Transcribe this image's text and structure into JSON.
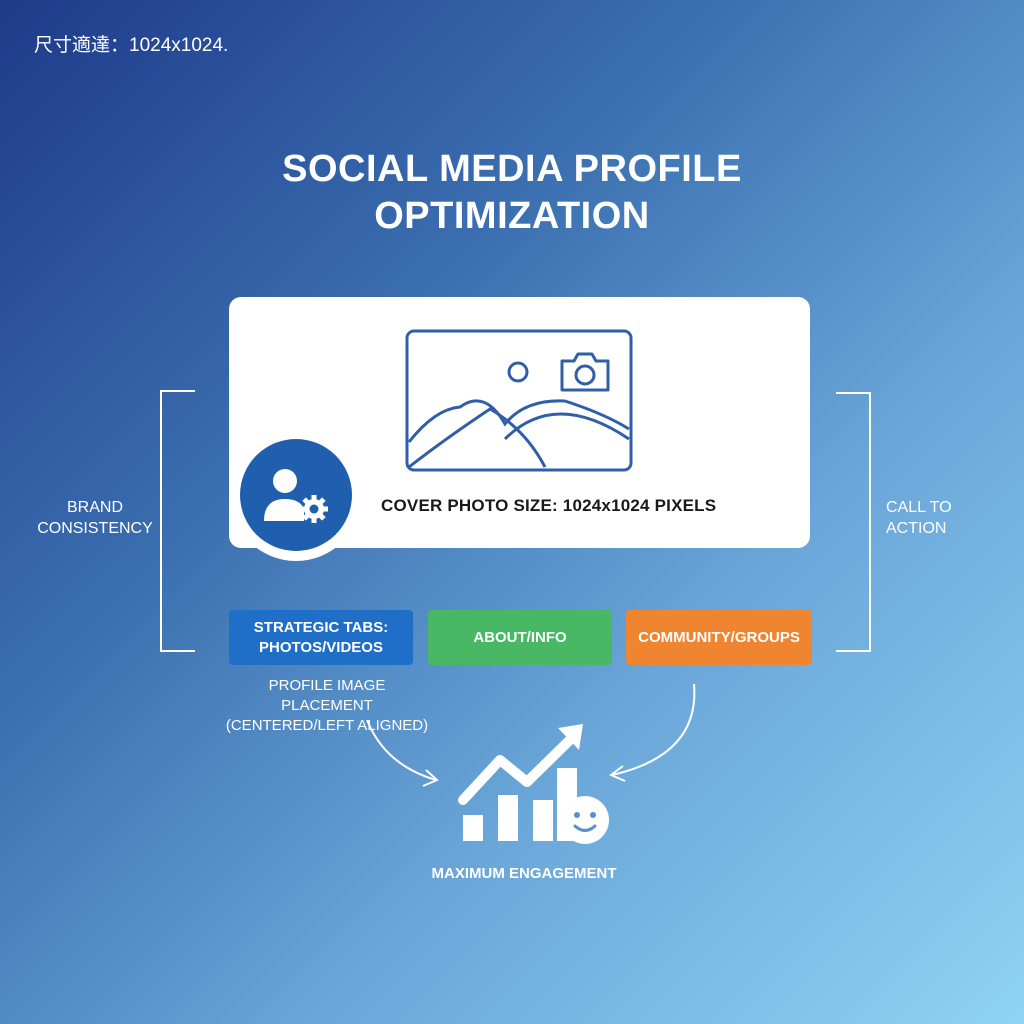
{
  "corner_note": "尺寸適達：1024x1024.",
  "title": {
    "line1": "SOCIAL MEDIA PROFILE",
    "line2": "OPTIMIZATION"
  },
  "card": {
    "cover_caption": "COVER PHOTO SIZE: 1024x1024 PIXELS",
    "cover_icon": "image-placeholder-icon",
    "camera_icon": "camera-icon",
    "avatar_icon": "user-settings-icon"
  },
  "side_labels": {
    "left": [
      "BRAND",
      "CONSISTENCY"
    ],
    "right": [
      "CALL TO",
      "ACTION"
    ]
  },
  "tabs": [
    {
      "line1": "STRATEGIC TABS:",
      "line2": "PHOTOS/VIDEOS",
      "color": "#1f6fc9"
    },
    {
      "line1": "ABOUT/INFO",
      "line2": "",
      "color": "#48b865"
    },
    {
      "line1": "COMMUNITY/GROUPS",
      "line2": "",
      "color": "#ef8531"
    }
  ],
  "placement_note": [
    "PROFILE IMAGE PLACEMENT",
    "(CENTERED/LEFT ALIGNED)"
  ],
  "engagement": {
    "label": "MAXIMUM ENGAGEMENT",
    "icon": "growth-chart-smiley-icon"
  },
  "colors": {
    "accent_blue": "#1f5fae",
    "tab_blue": "#1f6fc9",
    "tab_green": "#48b865",
    "tab_orange": "#ef8531"
  }
}
